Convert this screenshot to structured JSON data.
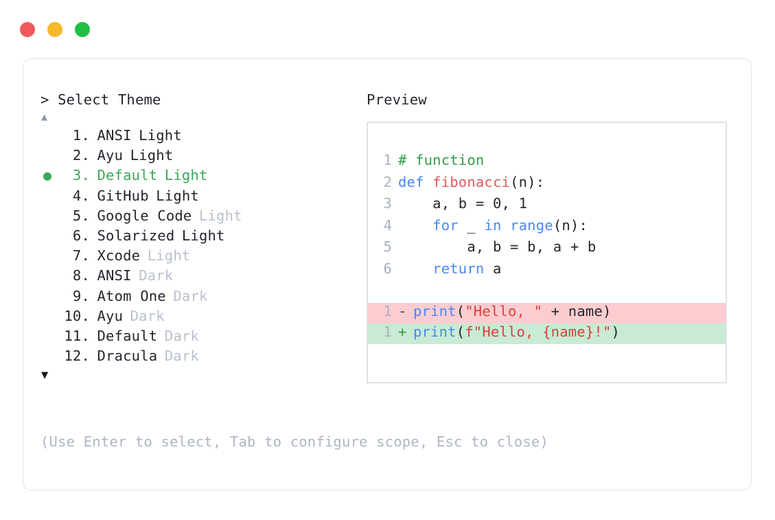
{
  "window": {
    "controls": [
      {
        "name": "close",
        "color": "#f1595c"
      },
      {
        "name": "minimize",
        "color": "#f5b92c"
      },
      {
        "name": "maximize",
        "color": "#22bf45"
      }
    ]
  },
  "theme_picker": {
    "prompt": "> Select Theme",
    "scroll_up_glyph": "▲",
    "scroll_down_glyph": "▼",
    "selected_index": 3,
    "selected_bullet": "●",
    "accent_color": "#3aa757",
    "dim_color": "#b9bfcd",
    "text_color": "#24262e",
    "items": [
      {
        "number": " 1.",
        "name": "ANSI",
        "variant": "Light",
        "variant_dim": false,
        "selected": false
      },
      {
        "number": " 2.",
        "name": "Ayu",
        "variant": "Light",
        "variant_dim": false,
        "selected": false
      },
      {
        "number": " 3.",
        "name": "Default",
        "variant": "Light",
        "variant_dim": false,
        "selected": true
      },
      {
        "number": " 4.",
        "name": "GitHub",
        "variant": "Light",
        "variant_dim": false,
        "selected": false
      },
      {
        "number": " 5.",
        "name": "Google Code",
        "variant": "Light",
        "variant_dim": true,
        "selected": false
      },
      {
        "number": " 6.",
        "name": "Solarized",
        "variant": "Light",
        "variant_dim": false,
        "selected": false
      },
      {
        "number": " 7.",
        "name": "Xcode",
        "variant": "Light",
        "variant_dim": true,
        "selected": false
      },
      {
        "number": " 8.",
        "name": "ANSI",
        "variant": "Dark",
        "variant_dim": true,
        "selected": false
      },
      {
        "number": " 9.",
        "name": "Atom One",
        "variant": "Dark",
        "variant_dim": true,
        "selected": false
      },
      {
        "number": "10.",
        "name": "Ayu",
        "variant": "Dark",
        "variant_dim": true,
        "selected": false
      },
      {
        "number": "11.",
        "name": "Default",
        "variant": "Dark",
        "variant_dim": true,
        "selected": false
      },
      {
        "number": "12.",
        "name": "Dracula",
        "variant": "Dark",
        "variant_dim": true,
        "selected": false
      }
    ],
    "hint": "(Use Enter to select, Tab to configure scope, Esc to close)"
  },
  "preview": {
    "label": "Preview",
    "code_lines": [
      {
        "number": "1",
        "tokens": [
          {
            "text": "# function",
            "kind": "comment"
          }
        ]
      },
      {
        "number": "2",
        "tokens": [
          {
            "text": "def ",
            "kind": "kw"
          },
          {
            "text": "fibonacci",
            "kind": "fn"
          },
          {
            "text": "(n):",
            "kind": "plain"
          }
        ]
      },
      {
        "number": "3",
        "tokens": [
          {
            "text": "    a, b = 0, 1",
            "kind": "plain"
          }
        ]
      },
      {
        "number": "4",
        "tokens": [
          {
            "text": "    ",
            "kind": "plain"
          },
          {
            "text": "for",
            "kind": "kw"
          },
          {
            "text": " _ ",
            "kind": "plain"
          },
          {
            "text": "in",
            "kind": "kw"
          },
          {
            "text": " ",
            "kind": "plain"
          },
          {
            "text": "range",
            "kind": "builtin"
          },
          {
            "text": "(n):",
            "kind": "plain"
          }
        ]
      },
      {
        "number": "5",
        "tokens": [
          {
            "text": "        a, b = b, a + b",
            "kind": "plain"
          }
        ]
      },
      {
        "number": "6",
        "tokens": [
          {
            "text": "    ",
            "kind": "plain"
          },
          {
            "text": "return",
            "kind": "kw"
          },
          {
            "text": " a",
            "kind": "plain"
          }
        ]
      }
    ],
    "diff_lines": [
      {
        "number": "1",
        "sign": "-",
        "kind": "removed",
        "background": "#fbcdd0",
        "tokens": [
          {
            "text": "print",
            "kind": "builtin"
          },
          {
            "text": "(",
            "kind": "plain"
          },
          {
            "text": "\"Hello, \"",
            "kind": "str"
          },
          {
            "text": " + name)",
            "kind": "plain"
          }
        ]
      },
      {
        "number": "1",
        "sign": "+",
        "kind": "added",
        "background": "#c9ead4",
        "tokens": [
          {
            "text": "print",
            "kind": "builtin"
          },
          {
            "text": "(",
            "kind": "plain"
          },
          {
            "text": "f\"Hello, {name}!\"",
            "kind": "str"
          },
          {
            "text": ")",
            "kind": "plain"
          }
        ]
      }
    ]
  }
}
